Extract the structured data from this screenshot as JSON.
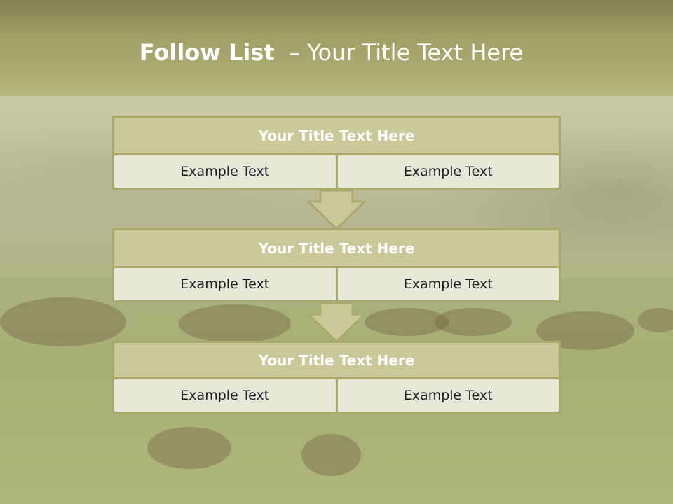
{
  "header": {
    "title_bold": "Follow List",
    "title_rest": "  – Your Title Text Here"
  },
  "steps": [
    {
      "title": "Your Title Text Here",
      "left": "Example Text",
      "right": "Example Text"
    },
    {
      "title": "Your Title Text Here",
      "left": "Example Text",
      "right": "Example Text"
    },
    {
      "title": "Your Title Text Here",
      "left": "Example Text",
      "right": "Example Text"
    }
  ],
  "colors": {
    "header": "#9d9d64",
    "box_title": "#c9c99a",
    "box_cell": "#e8e8d9",
    "border": "#a9a96c"
  }
}
